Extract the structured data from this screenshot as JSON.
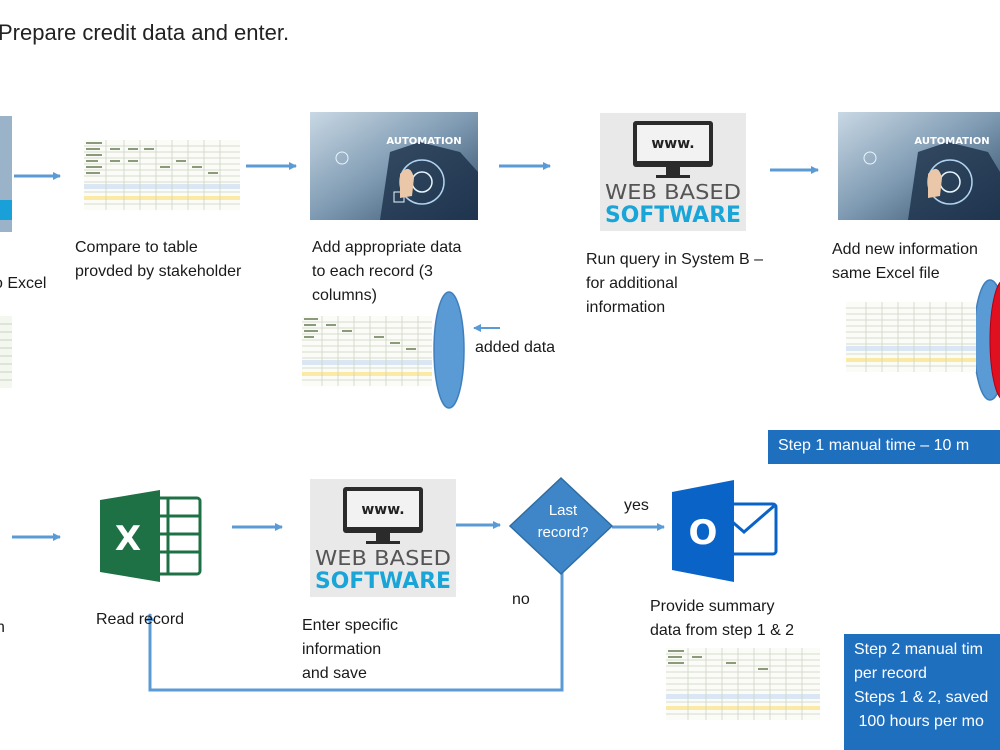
{
  "title": "Prepare credit data and enter.",
  "colors": {
    "arrow": "#5b9bd5",
    "box": "#1f6fbf",
    "excel_green": "#1e7145",
    "outlook_blue": "#0a64c8",
    "ellipse_red": "#e01020"
  },
  "icons": {
    "automation": "automation-hand-icon",
    "web": "web-based-software-icon",
    "excel": "excel-icon",
    "outlook": "outlook-icon",
    "spreadsheet": "spreadsheet-thumbnail-icon"
  },
  "logo_text": {
    "automation": "AUTOMATION",
    "www": "www.",
    "web_line1": "WEB BASED",
    "web_line2": "SOFTWARE",
    "excel_letter": "X",
    "outlook_letter": "O"
  },
  "row1": {
    "step0_label": "o Excel",
    "step1_label": "Compare to table\nprovded by stakeholder",
    "step2_label": "Add appropriate data\nto each record (3\ncolumns)",
    "added_data": "added data",
    "step3_label": "Run query in System B –\nfor additional\ninformation",
    "step4_label": "Add new information\nsame Excel file",
    "box1": "Step 1 manual time – 10 m"
  },
  "row2": {
    "step0_label": "n",
    "read_record": "Read record",
    "enter_label": "Enter specific\ninformation\nand save",
    "decision": "Last\nrecord?",
    "yes": "yes",
    "no": "no",
    "summary": "Provide summary\ndata from step 1 & 2",
    "box2": "Step 2 manual tim\nper record\nSteps 1 & 2, saved\n 100 hours per mo"
  }
}
